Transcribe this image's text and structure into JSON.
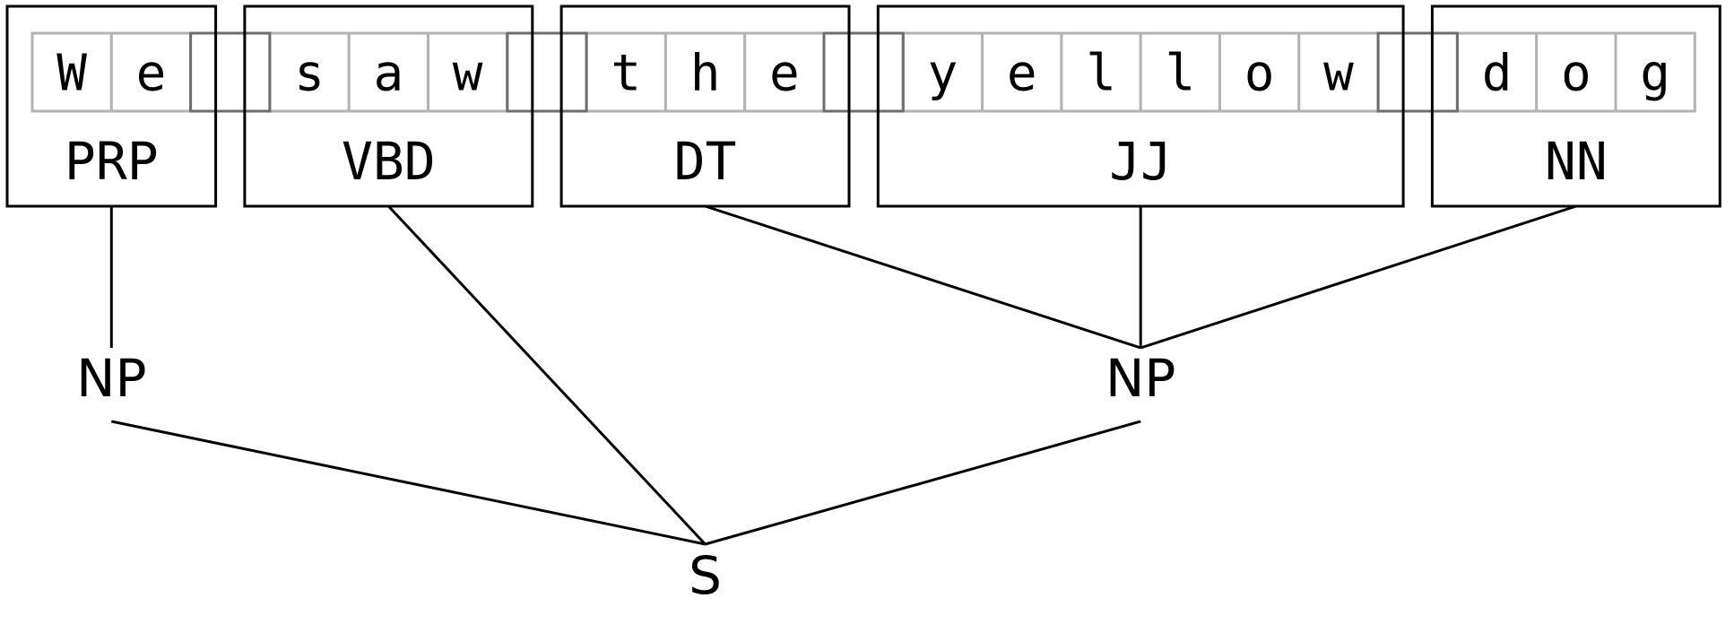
{
  "characters": [
    "W",
    "e",
    " ",
    "s",
    "a",
    "w",
    " ",
    "t",
    "h",
    "e",
    " ",
    "y",
    "e",
    "l",
    "l",
    "o",
    "w",
    " ",
    "d",
    "o",
    "g"
  ],
  "tokens": [
    {
      "tag": "PRP",
      "start": 0,
      "end": 1
    },
    {
      "tag": "VBD",
      "start": 3,
      "end": 5
    },
    {
      "tag": "DT",
      "start": 7,
      "end": 9
    },
    {
      "tag": "JJ",
      "start": 11,
      "end": 16
    },
    {
      "tag": "NN",
      "start": 18,
      "end": 20
    }
  ],
  "phrases": [
    {
      "label": "NP",
      "children": [
        0
      ]
    },
    {
      "label": "NP",
      "children": [
        2,
        3,
        4
      ]
    }
  ],
  "root": {
    "label": "S",
    "children": [
      "phrase:0",
      "token:1",
      "phrase:1"
    ]
  },
  "colors": {
    "cell_border": "#b3b3b3",
    "space_border": "#6e6e6e",
    "line": "#000000"
  }
}
